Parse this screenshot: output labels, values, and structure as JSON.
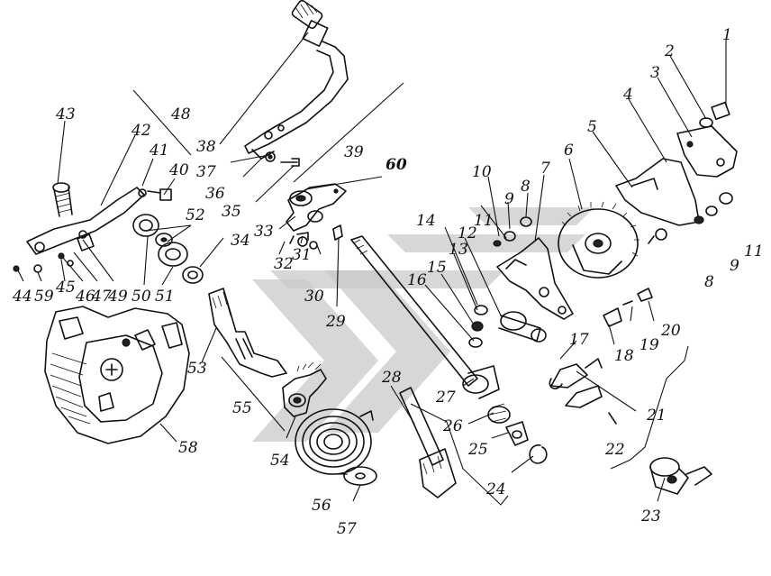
{
  "diagram": {
    "type": "exploded-parts-view",
    "ink_color": "#111111",
    "background": "#ffffff",
    "watermark_color": "#c9c9c9",
    "callouts": [
      {
        "id": "c1",
        "text": "1"
      },
      {
        "id": "c2",
        "text": "2"
      },
      {
        "id": "c3",
        "text": "3"
      },
      {
        "id": "c4",
        "text": "4"
      },
      {
        "id": "c5",
        "text": "5"
      },
      {
        "id": "c6",
        "text": "6"
      },
      {
        "id": "c7",
        "text": "7"
      },
      {
        "id": "c8a",
        "text": "8"
      },
      {
        "id": "c8b",
        "text": "8"
      },
      {
        "id": "c9a",
        "text": "9"
      },
      {
        "id": "c9b",
        "text": "9"
      },
      {
        "id": "c10",
        "text": "10"
      },
      {
        "id": "c11a",
        "text": "11"
      },
      {
        "id": "c11b",
        "text": "11"
      },
      {
        "id": "c12",
        "text": "12"
      },
      {
        "id": "c13",
        "text": "13"
      },
      {
        "id": "c14",
        "text": "14"
      },
      {
        "id": "c15",
        "text": "15"
      },
      {
        "id": "c16",
        "text": "16"
      },
      {
        "id": "c17",
        "text": "17"
      },
      {
        "id": "c18",
        "text": "18"
      },
      {
        "id": "c19",
        "text": "19"
      },
      {
        "id": "c20",
        "text": "20"
      },
      {
        "id": "c21",
        "text": "21"
      },
      {
        "id": "c22",
        "text": "22"
      },
      {
        "id": "c23",
        "text": "23"
      },
      {
        "id": "c24",
        "text": "24"
      },
      {
        "id": "c25",
        "text": "25"
      },
      {
        "id": "c26",
        "text": "26"
      },
      {
        "id": "c27",
        "text": "27"
      },
      {
        "id": "c28",
        "text": "28"
      },
      {
        "id": "c29",
        "text": "29"
      },
      {
        "id": "c30",
        "text": "30"
      },
      {
        "id": "c31",
        "text": "31"
      },
      {
        "id": "c32",
        "text": "32"
      },
      {
        "id": "c33",
        "text": "33"
      },
      {
        "id": "c34",
        "text": "34"
      },
      {
        "id": "c35",
        "text": "35"
      },
      {
        "id": "c36",
        "text": "36"
      },
      {
        "id": "c37",
        "text": "37"
      },
      {
        "id": "c38",
        "text": "38"
      },
      {
        "id": "c39",
        "text": "39"
      },
      {
        "id": "c40",
        "text": "40"
      },
      {
        "id": "c41",
        "text": "41"
      },
      {
        "id": "c42",
        "text": "42"
      },
      {
        "id": "c43",
        "text": "43"
      },
      {
        "id": "c44",
        "text": "44"
      },
      {
        "id": "c45",
        "text": "45"
      },
      {
        "id": "c46",
        "text": "46"
      },
      {
        "id": "c47",
        "text": "47"
      },
      {
        "id": "c48",
        "text": "48"
      },
      {
        "id": "c49",
        "text": "49"
      },
      {
        "id": "c50",
        "text": "50"
      },
      {
        "id": "c51",
        "text": "51"
      },
      {
        "id": "c52",
        "text": "52"
      },
      {
        "id": "c53",
        "text": "53"
      },
      {
        "id": "c54",
        "text": "54"
      },
      {
        "id": "c55",
        "text": "55"
      },
      {
        "id": "c56",
        "text": "56"
      },
      {
        "id": "c57",
        "text": "57"
      },
      {
        "id": "c58",
        "text": "58"
      },
      {
        "id": "c59",
        "text": "59"
      },
      {
        "id": "c60",
        "text": "60"
      }
    ]
  }
}
